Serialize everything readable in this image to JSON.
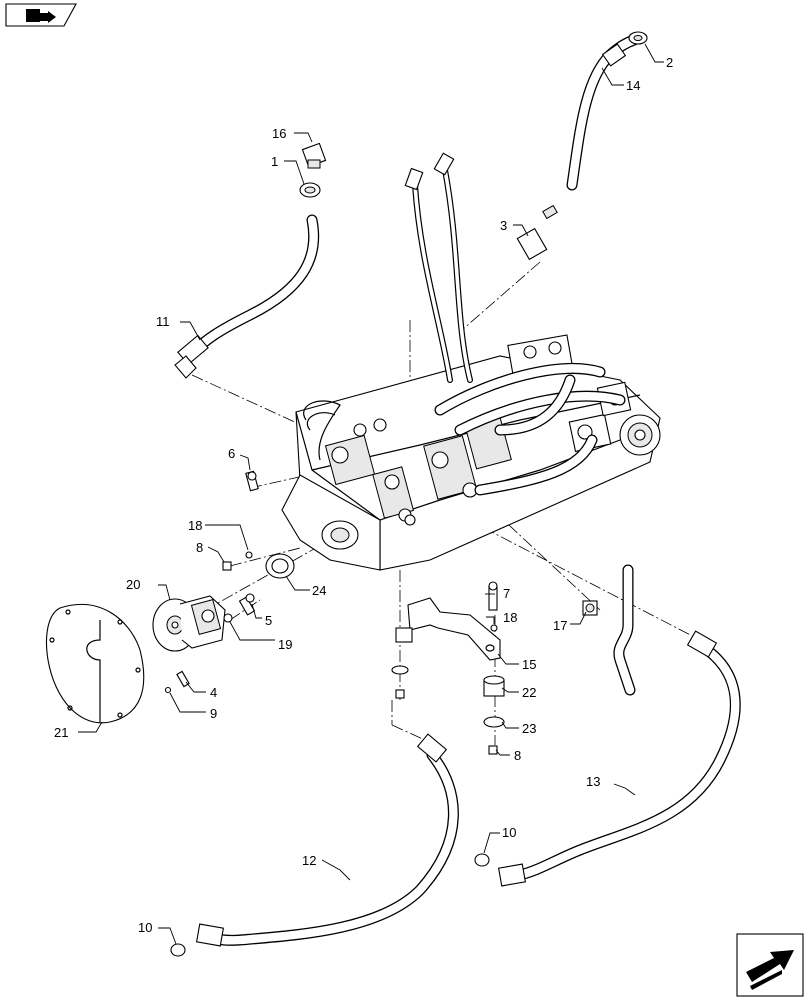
{
  "icons": {
    "top_left": "page-nav-icon",
    "bottom_right": "next-page-arrow-icon"
  },
  "callouts": [
    {
      "id": "c1",
      "label": "1"
    },
    {
      "id": "c2",
      "label": "2"
    },
    {
      "id": "c3",
      "label": "3"
    },
    {
      "id": "c4",
      "label": "4"
    },
    {
      "id": "c5",
      "label": "5"
    },
    {
      "id": "c6",
      "label": "6"
    },
    {
      "id": "c7",
      "label": "7"
    },
    {
      "id": "c8a",
      "label": "8"
    },
    {
      "id": "c8b",
      "label": "8"
    },
    {
      "id": "c9",
      "label": "9"
    },
    {
      "id": "c10a",
      "label": "10"
    },
    {
      "id": "c10b",
      "label": "10"
    },
    {
      "id": "c11",
      "label": "11"
    },
    {
      "id": "c12",
      "label": "12"
    },
    {
      "id": "c13",
      "label": "13"
    },
    {
      "id": "c14",
      "label": "14"
    },
    {
      "id": "c15",
      "label": "15"
    },
    {
      "id": "c16",
      "label": "16"
    },
    {
      "id": "c17",
      "label": "17"
    },
    {
      "id": "c18a",
      "label": "18"
    },
    {
      "id": "c18b",
      "label": "18"
    },
    {
      "id": "c19",
      "label": "19"
    },
    {
      "id": "c20",
      "label": "20"
    },
    {
      "id": "c21",
      "label": "21"
    },
    {
      "id": "c22",
      "label": "22"
    },
    {
      "id": "c23",
      "label": "23"
    },
    {
      "id": "c24",
      "label": "24"
    }
  ]
}
